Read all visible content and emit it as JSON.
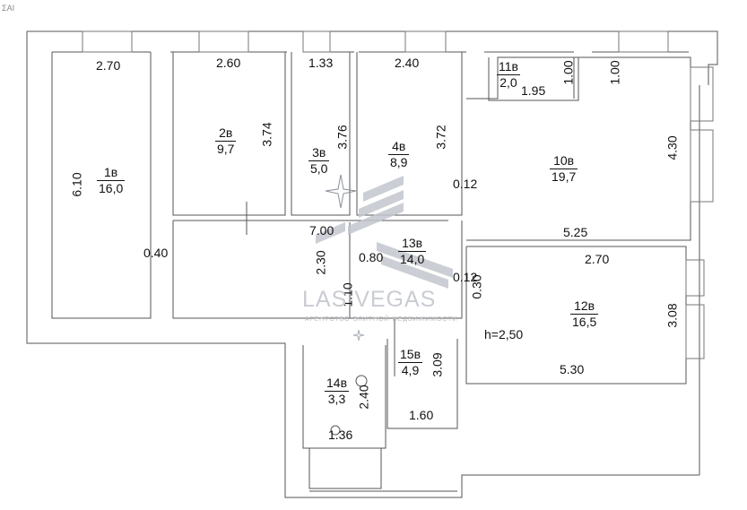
{
  "header_mark": "ΣΑΙ",
  "rooms": [
    {
      "id": "1в",
      "area": "16,0"
    },
    {
      "id": "2в",
      "area": "9,7"
    },
    {
      "id": "3в",
      "area": "5,0"
    },
    {
      "id": "4в",
      "area": "8,9"
    },
    {
      "id": "10в",
      "area": "19,7"
    },
    {
      "id": "11в",
      "area": "2,0"
    },
    {
      "id": "12в",
      "area": "16,5"
    },
    {
      "id": "13в",
      "area": "14,0"
    },
    {
      "id": "14в",
      "area": "3,3"
    },
    {
      "id": "15в",
      "area": "4,9"
    }
  ],
  "dimensions": {
    "r1_width": "2.70",
    "r1_length": "6.10",
    "r2_width": "2.60",
    "r2_length": "3.74",
    "r3_width": "1.33",
    "r3_length": "3.76",
    "r4_width": "2.40",
    "r4_length": "3.72",
    "r11_width": "1.95",
    "r11_length": "1.00",
    "r10_wall": "1.00",
    "r10_length": "4.30",
    "r10_width": "5.25",
    "wall_012_a": "0.12",
    "wall_012_b": "0.12",
    "corridor_len": "7.00",
    "corridor_wall": "0.40",
    "r13_a": "2.30",
    "r13_b": "0.80",
    "r13_c": "1.10",
    "wall_030": "0.30",
    "r12_top": "2.70",
    "r12_bottom": "5.30",
    "r12_length": "3.08",
    "r15_length": "3.09",
    "r15_width": "1.60",
    "r14_length": "2.40",
    "r14_width": "1.36",
    "ceiling_height": "h=2,50"
  },
  "watermark": {
    "name": "LAS VEGAS",
    "tagline": "АГЕНТСТВО ЭЛИТНОЙ НЕДВИЖИМОСТИ"
  }
}
